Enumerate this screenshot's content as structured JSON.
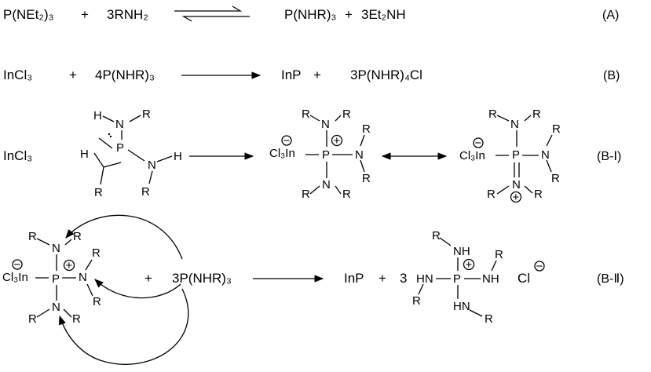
{
  "eqA": {
    "reactant1": "P(NEt₂)₃",
    "plus1": "+",
    "reactant2": "3RNH₂",
    "product1": "P(NHR)₃",
    "plus2": "+",
    "product2": "3Et₂NH",
    "label": "(A)"
  },
  "eqB": {
    "reactant1": "InCl₃",
    "plus1": "+",
    "reactant2": "4P(NHR)₃",
    "product1": "InP",
    "plus2": "+",
    "product2": "3P(NHR)₄Cl",
    "label": "(B)"
  },
  "eqBI": {
    "reactant": "InCl₃",
    "mol1": {
      "H1": "H",
      "N1": "N",
      "R1": "R",
      "P": "P",
      "H2": "H",
      "N2": "N",
      "H3": "H",
      "R2": "R",
      "R3": "R"
    },
    "mol2": {
      "N_top": "N",
      "R_tl": "R",
      "R_tr": "R",
      "minus": "−",
      "InCl": "Cl₃In",
      "P": "P",
      "plus": "+",
      "N_right": "N",
      "R_rt": "R",
      "R_rb": "R",
      "N_bot": "N",
      "R_bl": "R",
      "R_br": "R"
    },
    "mol3": {
      "R_tl": "R",
      "N_top": "N",
      "R_tr": "R",
      "R_rt": "R",
      "minus": "−",
      "InCl": "Cl₃In",
      "P": "P",
      "N_right": "N",
      "R_rb": "R",
      "N_bot": "N",
      "R_bl": "R",
      "plus": "+",
      "R_br": "R"
    },
    "label": "(B-Ⅰ)"
  },
  "eqBII": {
    "mol": {
      "R_tl": "R",
      "N_top": "N",
      "R_tr": "R",
      "minus": "−",
      "InCl": "Cl₃In",
      "plus": "+",
      "R_rt": "R",
      "P": "P",
      "N_right": "N",
      "R_rb": "R",
      "N_bot": "N",
      "R_bl": "R",
      "R_br": "R"
    },
    "plus1": "+",
    "reactant2": "3P(NHR)₃",
    "product1": "InP",
    "plus2": "+",
    "coef": "3",
    "prod": {
      "R_top": "R",
      "NH_top": "NH",
      "R_right": "R",
      "HN_left": "HN",
      "P": "P",
      "plus": "+",
      "NH_right": "NH",
      "R_left": "R",
      "HN_bot": "HN",
      "R_bot": "R"
    },
    "anion": "Cl",
    "anion_charge": "−",
    "label": "(B-Ⅱ)"
  }
}
